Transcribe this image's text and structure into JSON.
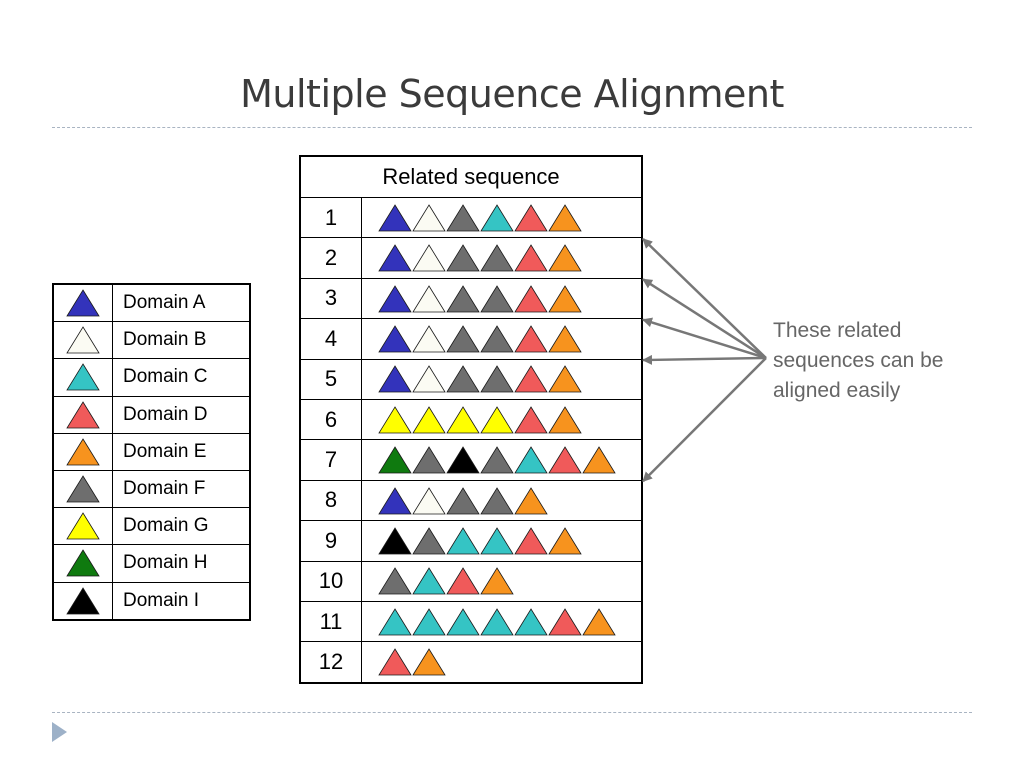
{
  "title": "Multiple Sequence Alignment",
  "colors": {
    "A": "#3333bb",
    "B": "#fbfbf3",
    "C": "#35c4c4",
    "D": "#f05a5a",
    "E": "#f7931e",
    "F": "#6e6e6e",
    "G": "#ffff00",
    "H": "#0f7a0f",
    "I": "#000000"
  },
  "legend": [
    {
      "label": "Domain A",
      "domain": "A"
    },
    {
      "label": "Domain B",
      "domain": "B"
    },
    {
      "label": "Domain C",
      "domain": "C"
    },
    {
      "label": "Domain D",
      "domain": "D"
    },
    {
      "label": "Domain E",
      "domain": "E"
    },
    {
      "label": "Domain F",
      "domain": "F"
    },
    {
      "label": "Domain G",
      "domain": "G"
    },
    {
      "label": "Domain H",
      "domain": "H"
    },
    {
      "label": "Domain I",
      "domain": "I"
    }
  ],
  "table_header": "Related sequence",
  "sequences": [
    {
      "num": "1",
      "domains": [
        "A",
        "B",
        "F",
        "C",
        "D",
        "E"
      ]
    },
    {
      "num": "2",
      "domains": [
        "A",
        "B",
        "F",
        "F",
        "D",
        "E"
      ]
    },
    {
      "num": "3",
      "domains": [
        "A",
        "B",
        "F",
        "F",
        "D",
        "E"
      ]
    },
    {
      "num": "4",
      "domains": [
        "A",
        "B",
        "F",
        "F",
        "D",
        "E"
      ]
    },
    {
      "num": "5",
      "domains": [
        "A",
        "B",
        "F",
        "F",
        "D",
        "E"
      ]
    },
    {
      "num": "6",
      "domains": [
        "G",
        "G",
        "G",
        "G",
        "D",
        "E"
      ]
    },
    {
      "num": "7",
      "domains": [
        "H",
        "F",
        "I",
        "F",
        "C",
        "D",
        "E"
      ]
    },
    {
      "num": "8",
      "domains": [
        "A",
        "B",
        "F",
        "F",
        "E"
      ]
    },
    {
      "num": "9",
      "domains": [
        "I",
        "F",
        "C",
        "C",
        "D",
        "E"
      ]
    },
    {
      "num": "10",
      "domains": [
        "F",
        "C",
        "D",
        "E"
      ]
    },
    {
      "num": "11",
      "domains": [
        "C",
        "C",
        "C",
        "C",
        "C",
        "D",
        "E"
      ]
    },
    {
      "num": "12",
      "domains": [
        "D",
        "E"
      ]
    }
  ],
  "annotation": {
    "text": "These related sequences can be aligned easily",
    "arrow_targets": [
      "2",
      "3",
      "4",
      "5",
      "8"
    ],
    "arrow_color": "#777777"
  }
}
